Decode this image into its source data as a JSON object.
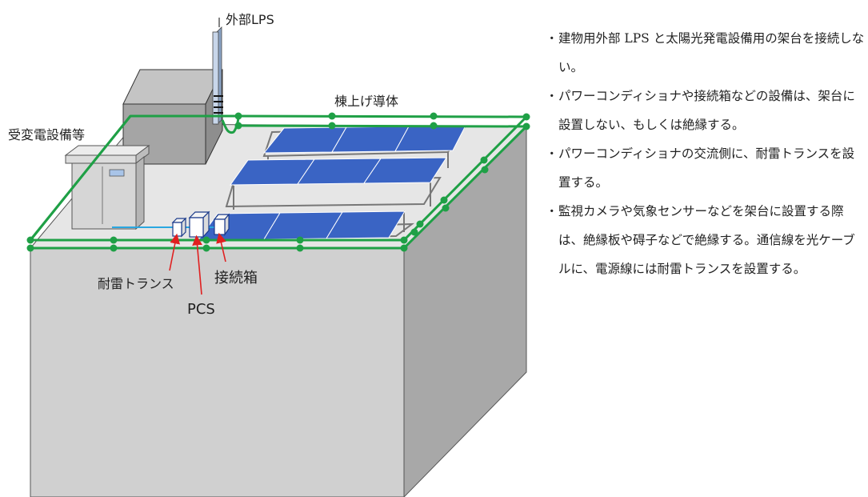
{
  "labels": {
    "external_lps": "外部LPS",
    "ridge_conductor": "棟上げ導体",
    "substation": "受変電設備等",
    "lightning_transformer": "耐雷トランス",
    "pcs": "PCS",
    "junction_box": "接続箱"
  },
  "notes": {
    "bullet": "・",
    "items": [
      "建物用外部 LPS と太陽光発電設備用の架台を接続しない。",
      "パワーコンディショナや接続箱などの設備は、架台に設置しない、もしくは絶縁する。",
      "パワーコンディショナの交流側に、耐雷トランスを設置する。",
      "監視カメラや気象センサーなどを架台に設置する際は、絶縁板や碍子などで絶縁する。通信線を光ケーブルに、電源線には耐雷トランスを設置する。"
    ]
  },
  "colors": {
    "conductor": "#1fa046",
    "panel": "#3a64c4",
    "arrow": "#e02020",
    "roof": "#e6e6e6",
    "wall_front": "#cfcfcf",
    "wall_side": "#a8a8a8",
    "cable": "#2aa7e0"
  }
}
